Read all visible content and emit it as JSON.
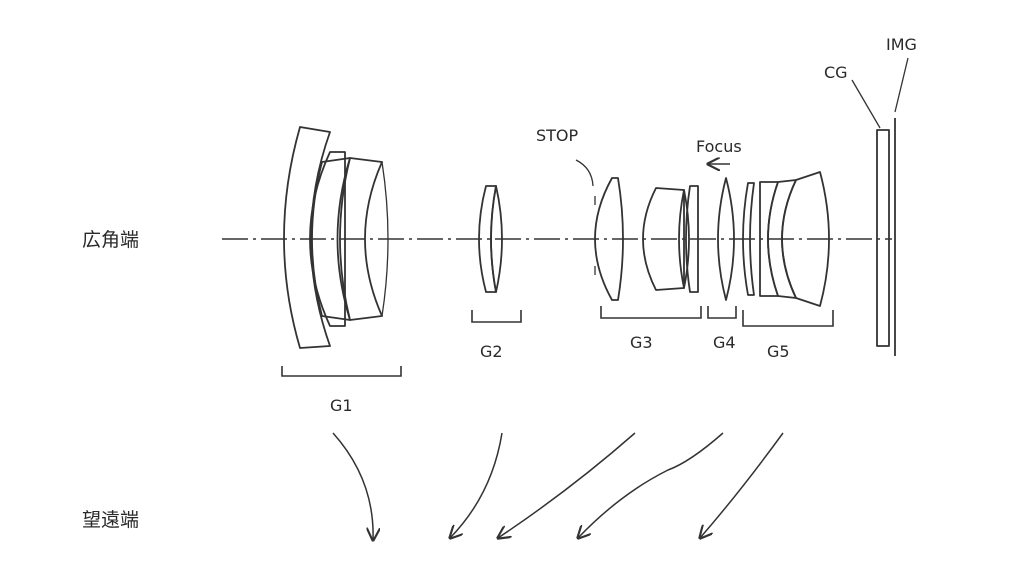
{
  "labels": {
    "wide_end": "広角端",
    "tele_end": "望遠端",
    "stop": "STOP",
    "focus": "Focus",
    "cover_glass": "CG",
    "image_plane": "IMG",
    "groups": [
      "G1",
      "G2",
      "G3",
      "G4",
      "G5"
    ]
  },
  "colors": {
    "line": "#333333",
    "text": "#2a2a2a",
    "background": "#ffffff"
  }
}
